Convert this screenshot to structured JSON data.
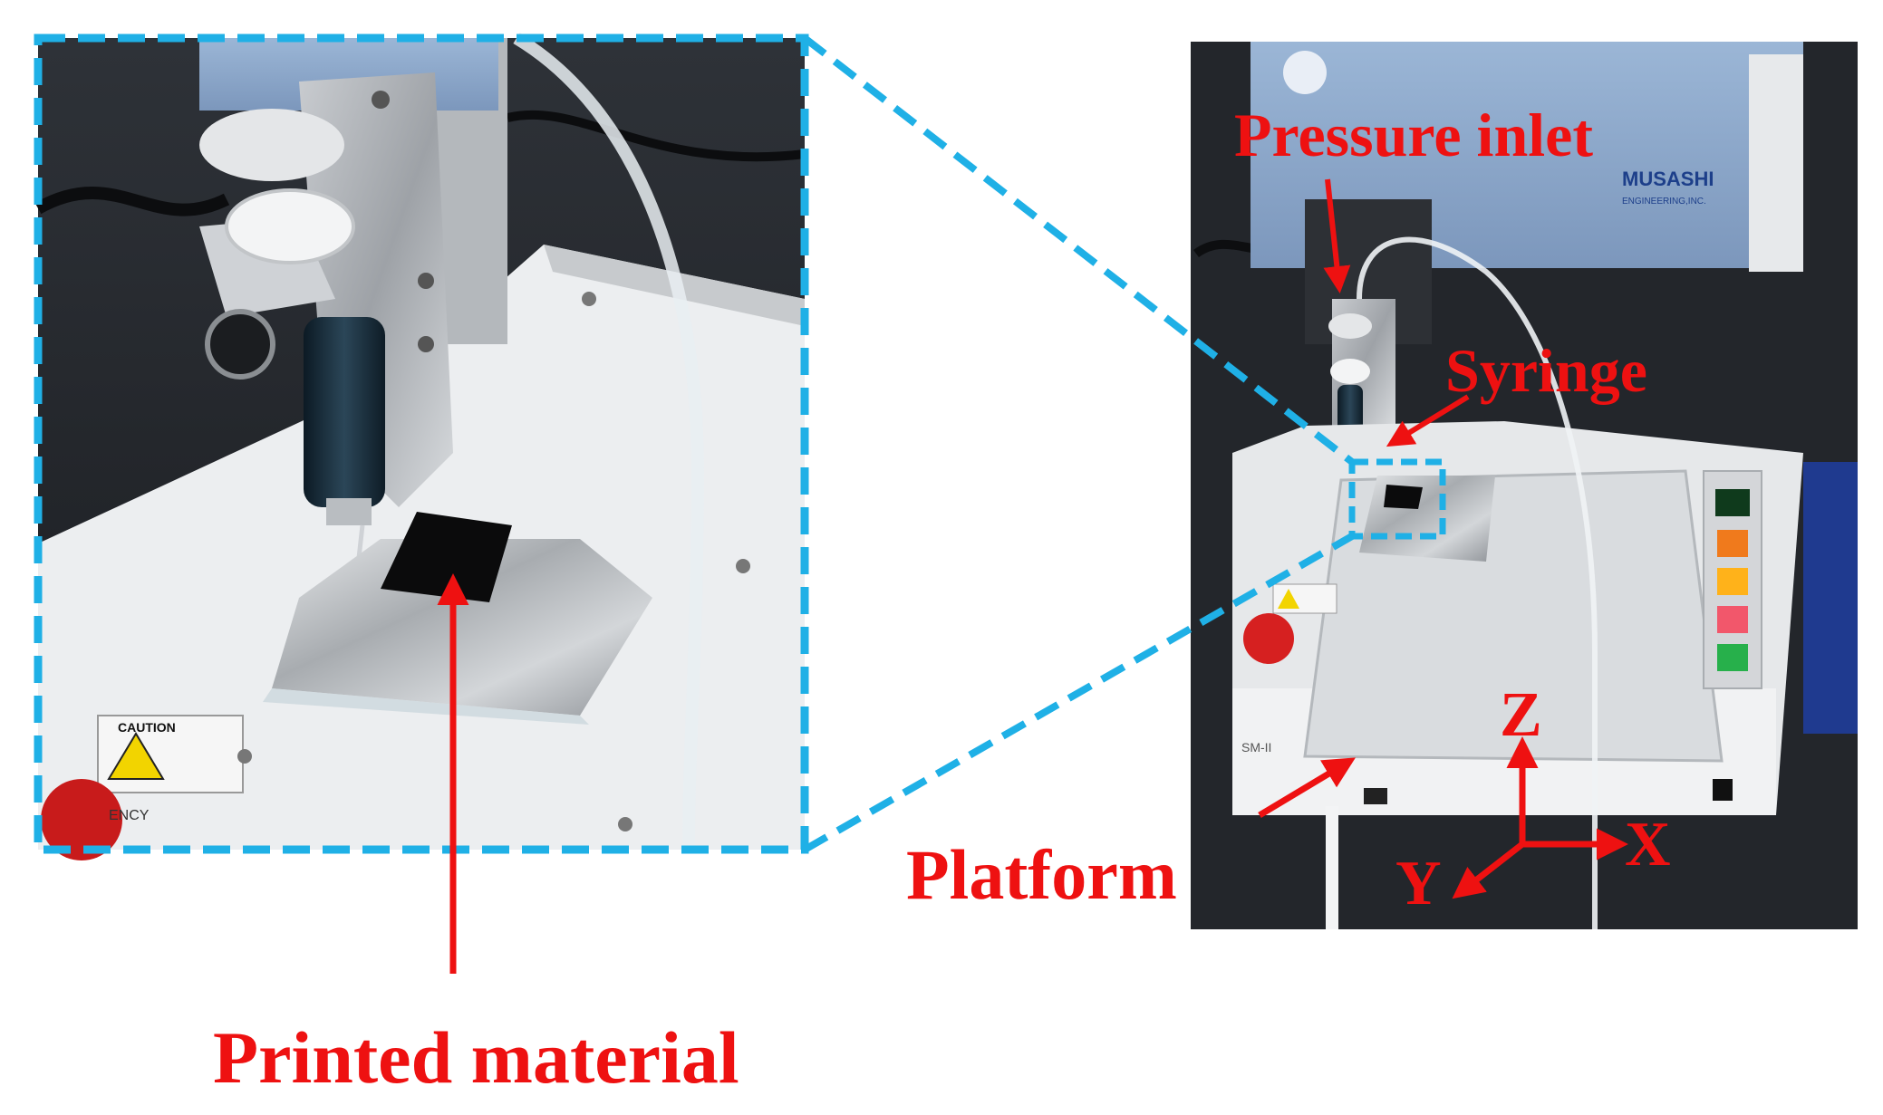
{
  "labels": {
    "pressure_inlet": "Pressure inlet",
    "syringe": "Syringe",
    "platform": "Platform",
    "printed_material": "Printed material",
    "axis_x": "X",
    "axis_y": "Y",
    "axis_z": "Z"
  },
  "device_markings": {
    "brand": "MUSASHI",
    "brand_sub": "ENGINEERING,INC.",
    "caution": "CAUTION",
    "emergency": "ENCY",
    "model": "SM-II"
  },
  "colors": {
    "annotation_red": "#ee1111",
    "callout_blue": "#1fb0e6",
    "device_blue": "#8aa8cc",
    "platform_white": "#eceef0"
  }
}
